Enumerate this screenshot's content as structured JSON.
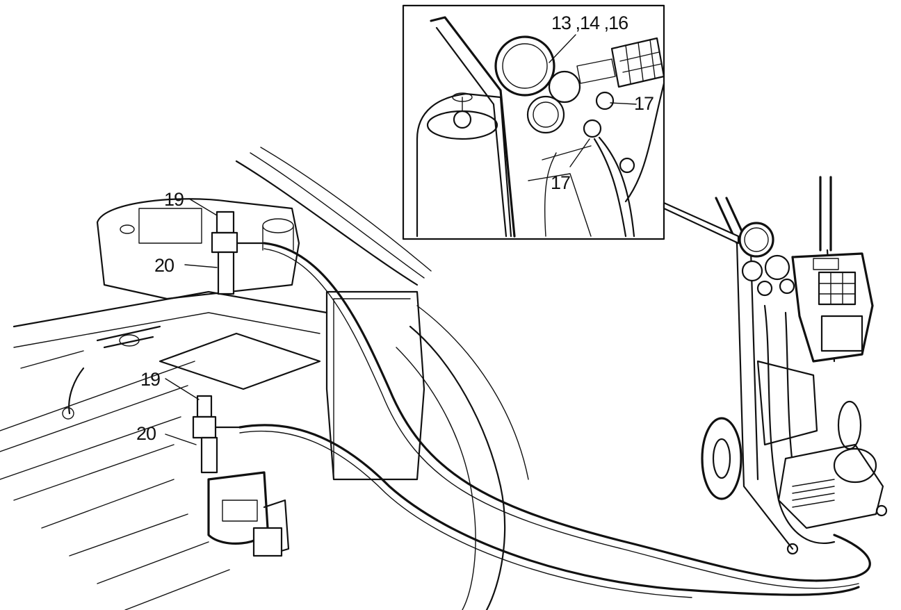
{
  "diagram": {
    "callouts": {
      "inset_gauges": "13 ,14 ,16",
      "inset_valve_upper": "17",
      "inset_valve_lower": "17",
      "service_port_upper_cap": "19",
      "service_port_upper_adapter": "20",
      "service_port_lower_cap": "19",
      "service_port_lower_adapter": "20"
    }
  }
}
